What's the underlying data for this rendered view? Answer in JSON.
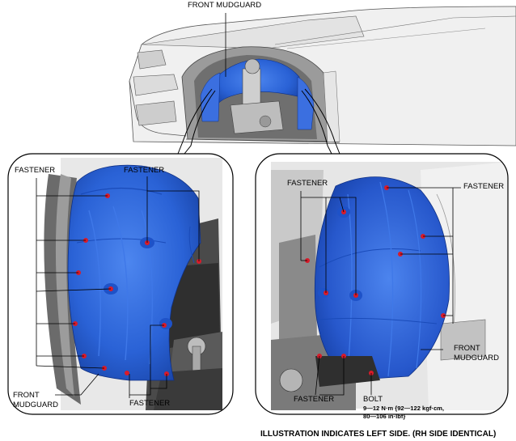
{
  "labels": {
    "top_front_mudguard": "FRONT MUDGUARD",
    "left_fastener_1": "FASTENER",
    "left_fastener_2": "FASTENER",
    "left_fastener_bottom": "FASTENER",
    "left_front_mudguard_1": "FRONT",
    "left_front_mudguard_2": "MUDGUARD",
    "right_fastener_1": "FASTENER",
    "right_fastener_2": "FASTENER",
    "right_fastener_bottom": "FASTENER",
    "right_front_mudguard_1": "FRONT",
    "right_front_mudguard_2": "MUDGUARD",
    "bolt": "BOLT",
    "torque_1": "9—12 N·m {92—122 kgf·cm,",
    "torque_2": "80—106 in·lbf}",
    "note": "ILLUSTRATION INDICATES LEFT SIDE. (RH SIDE IDENTICAL)"
  },
  "colors": {
    "mudguard_blue": "#2a62d6",
    "mudguard_dark": "#123a9c",
    "fastener_red": "#d81b2a",
    "body_gray": "#d6d6d6",
    "line": "#000000"
  }
}
